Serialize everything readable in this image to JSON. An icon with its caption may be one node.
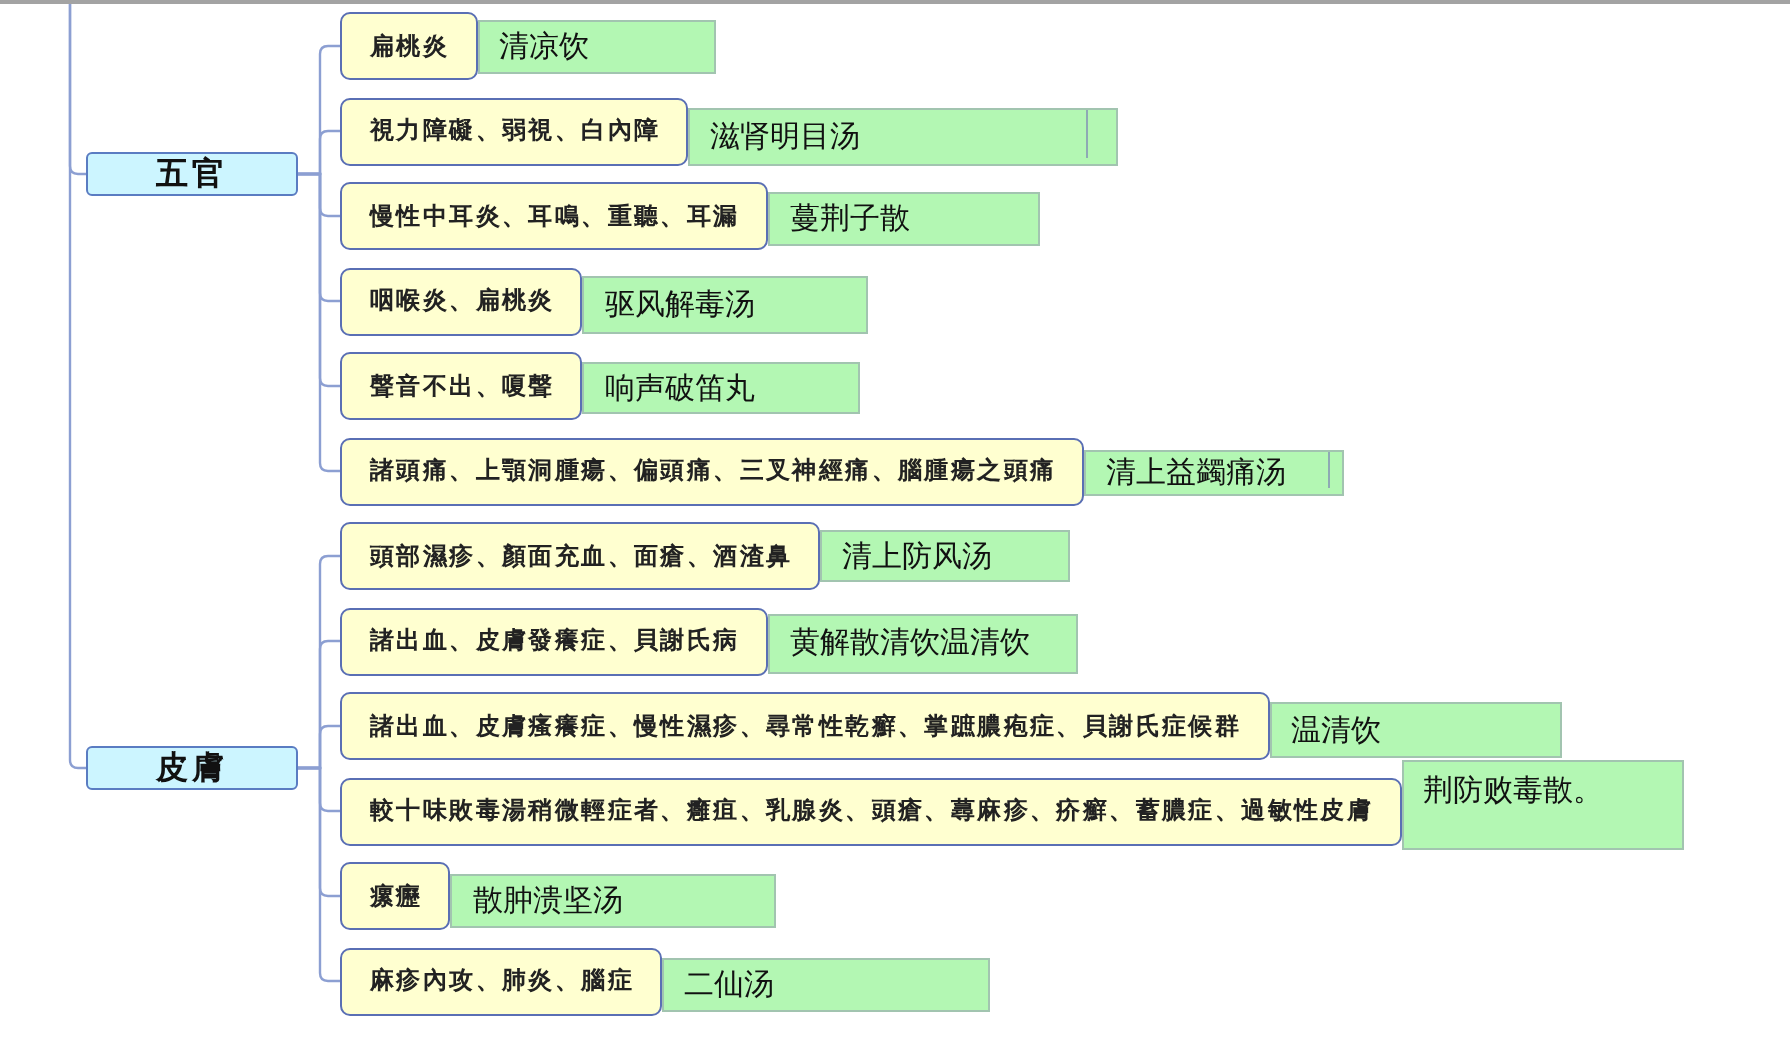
{
  "diagram": {
    "nodes": [
      {
        "text": [
          "五官"
        ]
      },
      {
        "text": [
          "扁桃炎"
        ]
      },
      {
        "text": [
          "清凉饮"
        ]
      },
      {
        "text": [
          "視力障礙、弱視、白內障"
        ]
      },
      {
        "text": [
          "滋肾明目汤"
        ]
      },
      {
        "text": [
          "慢性中耳炎、耳鳴、重聽、耳漏"
        ]
      },
      {
        "text": [
          "蔓荆子散"
        ]
      },
      {
        "text": [
          "咽喉炎、扁桃炎"
        ]
      },
      {
        "text": [
          "驱风解毒汤"
        ]
      },
      {
        "text": [
          "聲音不出、嗄聲"
        ]
      },
      {
        "text": [
          "响声破笛丸"
        ]
      },
      {
        "text": [
          "諸頭痛、上顎洞腫瘍、偏頭痛、三叉神經痛、腦腫瘍之頭痛"
        ]
      },
      {
        "text": [
          "清上益蠲痛汤"
        ]
      },
      {
        "text": [
          "皮膚"
        ]
      },
      {
        "text": [
          "頭部濕疹、顏面充血、面瘡、酒渣鼻"
        ]
      },
      {
        "text": [
          "清上防风汤"
        ]
      },
      {
        "text": [
          "諸出血、皮膚發癢症、貝謝氏病"
        ]
      },
      {
        "text": [
          "黄解散清饮温清饮"
        ]
      },
      {
        "text": [
          "諸出血、皮膚瘙癢症、慢性濕疹、尋常性乾癬、掌蹠膿疱症、貝謝氏症候群"
        ]
      },
      {
        "text": [
          "温清饮"
        ]
      },
      {
        "text": [
          "較十味敗毒湯稍微輕症者、癰疽、乳腺炎、頭瘡、蕁麻疹、疥癬、蓄膿症、過敏性皮膚"
        ]
      },
      {
        "text": [
          "荆防败毒散。"
        ]
      },
      {
        "text": [
          "瘰癧"
        ]
      },
      {
        "text": [
          "散肿溃坚汤"
        ]
      },
      {
        "text": [
          "麻疹內攻、肺炎、腦症"
        ]
      },
      {
        "text": [
          "二仙汤"
        ]
      }
    ],
    "edges": [
      {
        "from": null,
        "to": 0,
        "arrow": "none"
      },
      {
        "from": null,
        "to": 13,
        "arrow": "none"
      },
      {
        "from": 0,
        "to": 1,
        "arrow": "none"
      },
      {
        "from": 0,
        "to": 3,
        "arrow": "none"
      },
      {
        "from": 0,
        "to": 5,
        "arrow": "none"
      },
      {
        "from": 0,
        "to": 7,
        "arrow": "none"
      },
      {
        "from": 0,
        "to": 9,
        "arrow": "none"
      },
      {
        "from": 0,
        "to": 11,
        "arrow": "none"
      },
      {
        "from": 13,
        "to": 14,
        "arrow": "none"
      },
      {
        "from": 13,
        "to": 16,
        "arrow": "none"
      },
      {
        "from": 13,
        "to": 18,
        "arrow": "none"
      },
      {
        "from": 13,
        "to": 20,
        "arrow": "none"
      },
      {
        "from": 13,
        "to": 22,
        "arrow": "none"
      },
      {
        "from": 13,
        "to": 24,
        "arrow": "none"
      }
    ]
  }
}
